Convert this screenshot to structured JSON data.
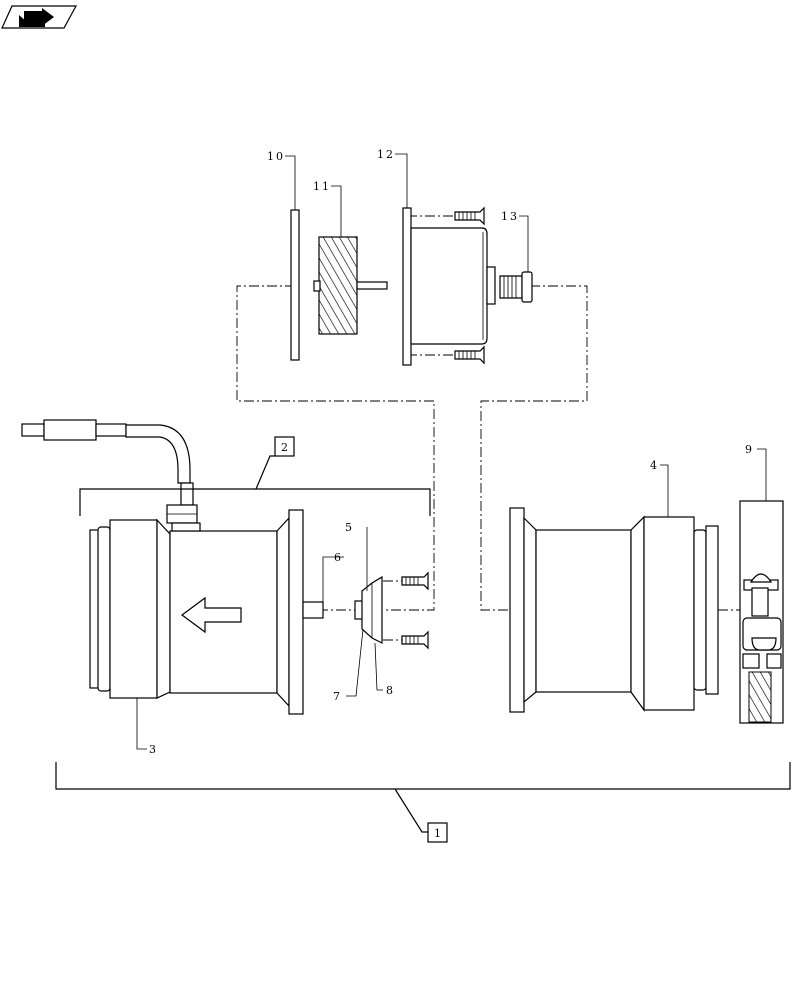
{
  "callouts": {
    "c1": "1",
    "c2": "2",
    "c3": "3",
    "c4": "4",
    "c5": "5",
    "c6": "6",
    "c7": "7",
    "c8": "8",
    "c9": "9",
    "c10": "10",
    "c11": "11",
    "c12": "12",
    "c13": "13"
  },
  "icons": {
    "nav": "arrow-page-icon"
  }
}
